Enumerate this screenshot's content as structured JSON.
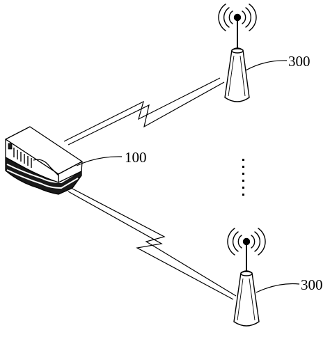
{
  "diagram": {
    "device": {
      "ref_label": "100"
    },
    "antenna_top": {
      "ref_label": "300"
    },
    "antenna_bottom": {
      "ref_label": "300"
    }
  },
  "colors": {
    "line": "#000000",
    "background": "#ffffff",
    "device_fill": "#ffffff",
    "device_stack": "#1a1a1a"
  }
}
